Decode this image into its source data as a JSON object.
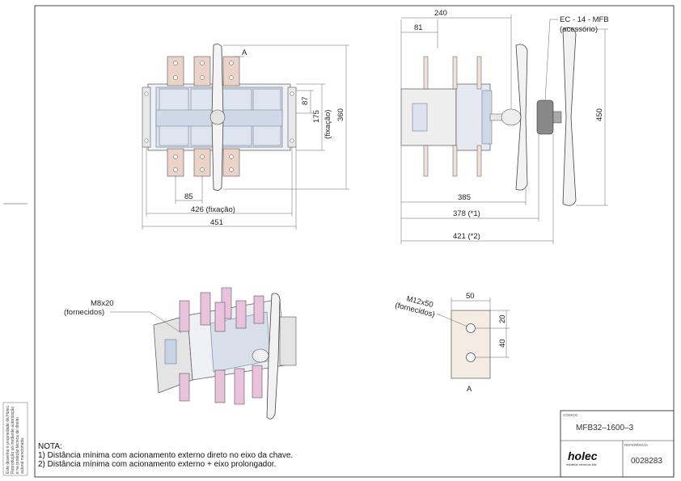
{
  "front_view": {
    "label_a": "A",
    "dim_87": "87",
    "dim_175": "175",
    "dim_fixacao_v": "(fixação)",
    "dim_360": "360",
    "dim_85": "85",
    "dim_426": "426 (fixação)",
    "dim_451": "451"
  },
  "side_view": {
    "dim_240": "240",
    "dim_81": "81",
    "accessory_code": "EC - 14 - MFB",
    "accessory_note": "(acessório)",
    "dim_450": "450",
    "dim_385": "385",
    "dim_378": "378 (*1)",
    "dim_421": "421 (*2)"
  },
  "iso_view": {
    "bolt_spec": "M8x20",
    "bolt_note": "(fornecidos)"
  },
  "detail_a": {
    "bolt_spec": "M12x50",
    "bolt_note": "(fornecidos)",
    "dim_50": "50",
    "dim_20": "20",
    "dim_40": "40",
    "label": "A"
  },
  "notes": {
    "title": "NOTA:",
    "line1": "1) Distância mínima com acionamento externo direto no eixo da chave.",
    "line2": "2) Distância mínima com acionamento externo + eixo prolongador."
  },
  "title_block": {
    "code_label": "CÓDIGO",
    "code": "MFB32–1600–3",
    "ref_label": "REFERÊNCIA",
    "ref": "0028283",
    "brand": "holec",
    "brand_sub": "industrias electricas ltda."
  },
  "side_stamp": {
    "line1": "Este desenho é propriedade da Holec.",
    "line2": "Reprodução só mediante autorização",
    "line3": "e na proteção técnica de direito",
    "line4": "autoral mencionada."
  }
}
